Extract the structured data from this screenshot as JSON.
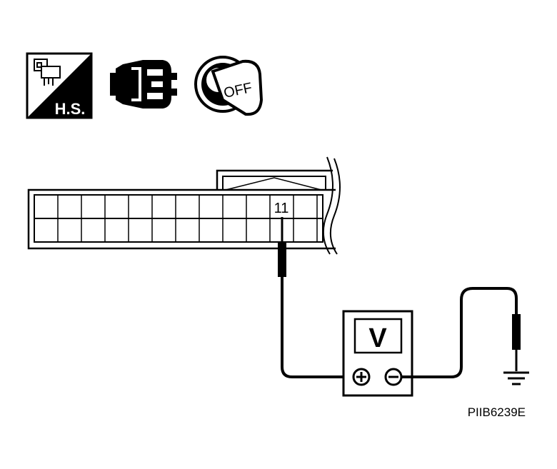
{
  "icons": {
    "harness_label": "H.S.",
    "harness_icon": "harness-sensor-icon",
    "connector_icon": "connector-disconnected-icon",
    "ignition_icon": "ignition-key-off-icon",
    "ignition_label": "OFF"
  },
  "connector": {
    "terminal_label": "11"
  },
  "meter": {
    "display_label": "V",
    "positive_symbol": "⊕",
    "negative_symbol": "⊖"
  },
  "ground_icon": "ground-icon",
  "figure_code": "PIIB6239E"
}
